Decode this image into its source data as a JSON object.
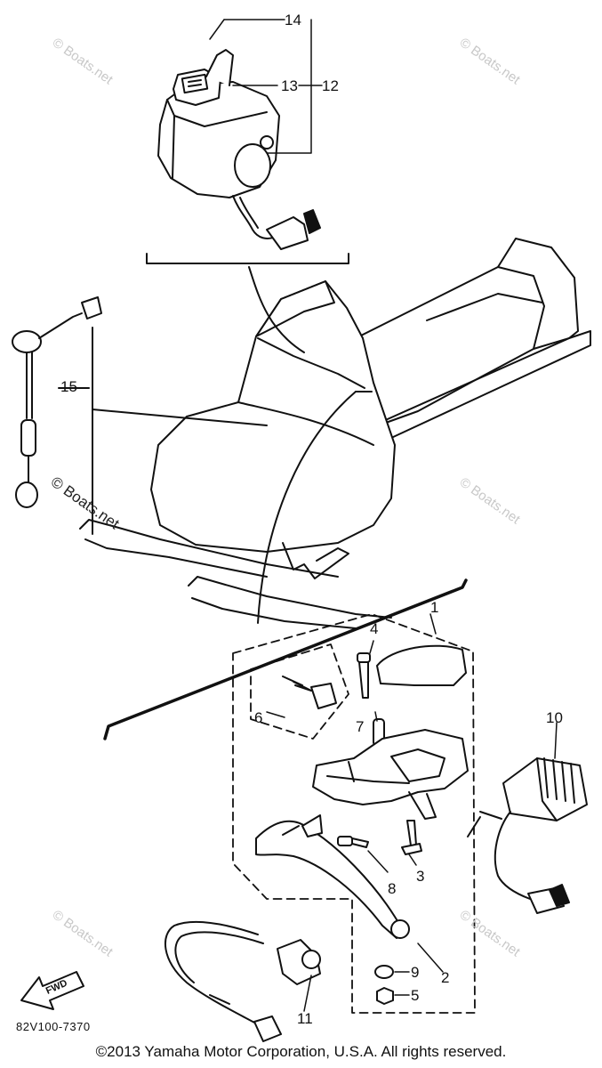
{
  "callouts": {
    "n1": "1",
    "n2": "2",
    "n3": "3",
    "n4": "4",
    "n5": "5",
    "n6": "6",
    "n7": "7",
    "n8": "8",
    "n9": "9",
    "n10": "10",
    "n11": "11",
    "n12": "12",
    "n13": "13",
    "n14": "14",
    "n15": "15"
  },
  "reference_code": "82V100-7370",
  "fwd_label": "FWD",
  "watermark": "© Boats.net",
  "copyright": "©2013 Yamaha Motor Corporation, U.S.A. All rights reserved."
}
